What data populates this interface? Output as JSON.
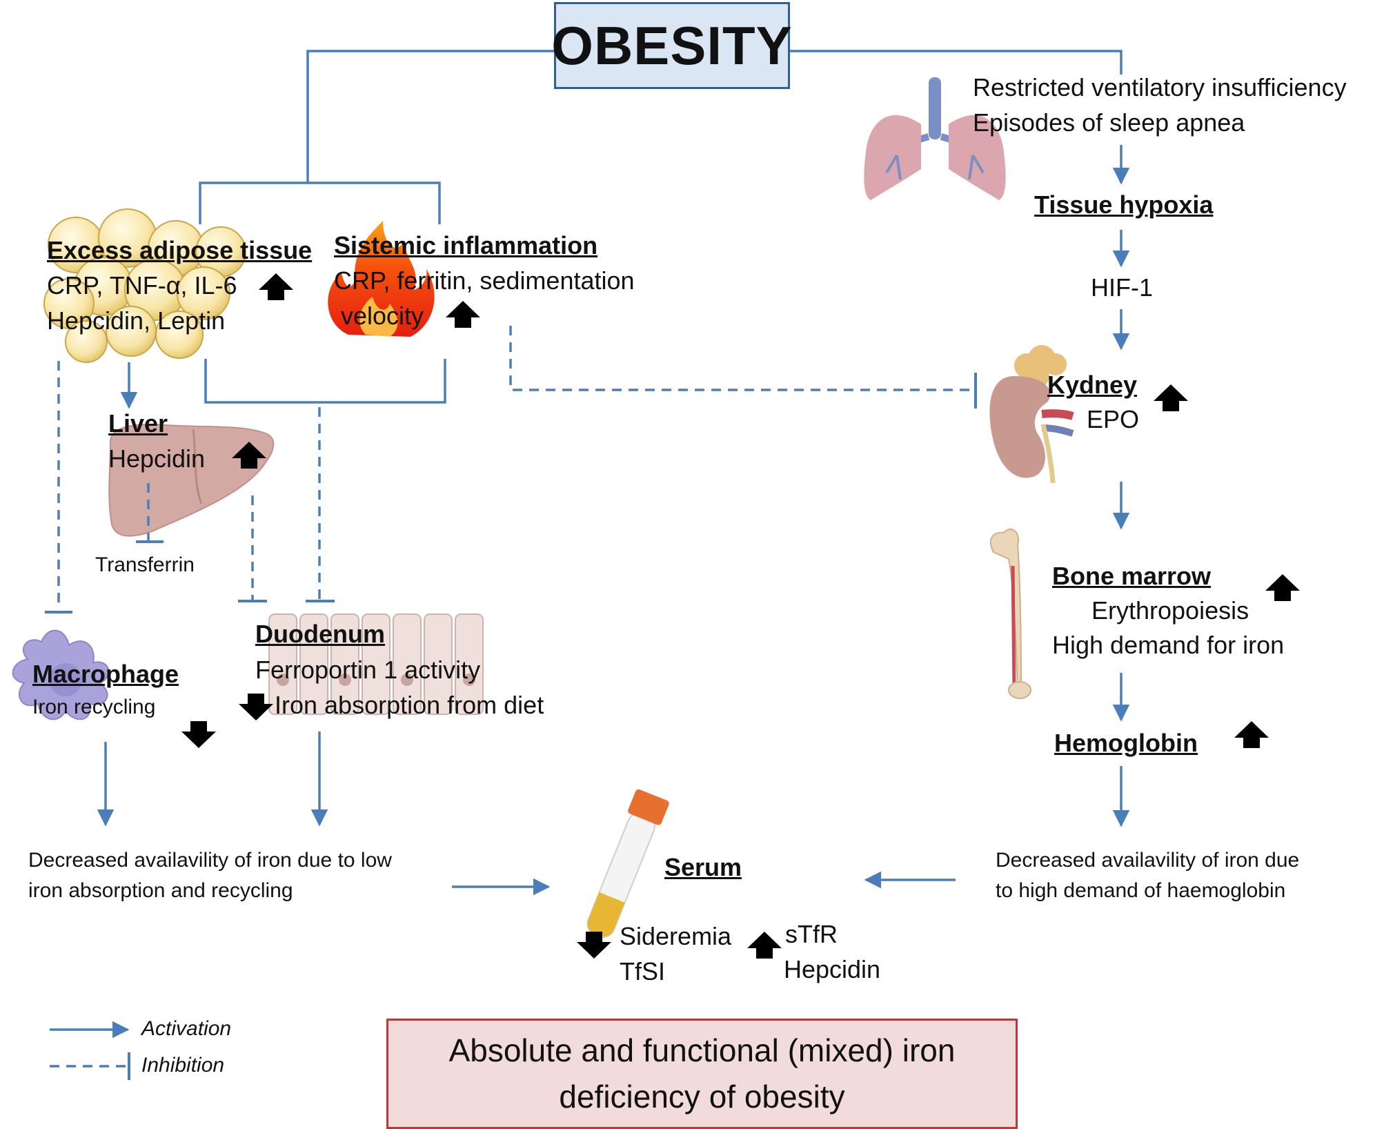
{
  "title": "OBESITY",
  "respiratory": {
    "line1": "Restricted ventilatory insufficiency",
    "line2": "Episodes of sleep apnea"
  },
  "tissue_hypoxia": "Tissue hypoxia",
  "hif": "HIF-1",
  "kidney": {
    "heading": "Kydney",
    "line1": "EPO"
  },
  "bone_marrow": {
    "heading": "Bone marrow",
    "line1": "Erythropoiesis",
    "line2": "High demand for iron"
  },
  "hemoglobin": "Hemoglobin",
  "right_decrease": {
    "line1": "Decreased availavility of iron due",
    "line2": "to high demand of haemoglobin"
  },
  "adipose": {
    "heading": "Excess adipose tissue",
    "line1": "CRP, TNF-α, IL-6",
    "line2": "Hepcidin, Leptin"
  },
  "inflammation": {
    "heading": "Sistemic inflammation",
    "line1": "CRP, ferritin, sedimentation",
    "line2": "velocity"
  },
  "liver": {
    "heading": "Liver",
    "line1": "Hepcidin"
  },
  "transferrin": "Transferrin",
  "duodenum": {
    "heading": "Duodenum",
    "line1": "Ferroportin 1 activity",
    "line2": "Iron absorption from diet"
  },
  "macrophage": {
    "heading": "Macrophage",
    "line1": "Iron recycling"
  },
  "left_decrease": {
    "line1": "Decreased availavility of iron due to low",
    "line2": "iron absorption and recycling"
  },
  "serum": {
    "heading": "Serum",
    "down1": "Sideremia",
    "down2": "TfSI",
    "up1": "sTfR",
    "up2": "Hepcidin"
  },
  "legend": {
    "activation": "Activation",
    "inhibition": "Inhibition"
  },
  "outcome": {
    "line1": "Absolute and functional (mixed) iron",
    "line2": "deficiency of obesity"
  },
  "colors": {
    "connector": "#4a7ebb",
    "title_fill": "#dbe6f4",
    "title_border": "#2e5f96",
    "outcome_fill": "#f2dcdb",
    "outcome_border": "#b8383b"
  },
  "icons": [
    "lungs-icon",
    "adipose-cells-icon",
    "fire-icon",
    "liver-icon",
    "kidney-icon",
    "bone-icon",
    "macrophage-icon",
    "duodenum-villi-icon",
    "blood-tube-icon",
    "arrow-up-icon",
    "arrow-down-icon"
  ]
}
